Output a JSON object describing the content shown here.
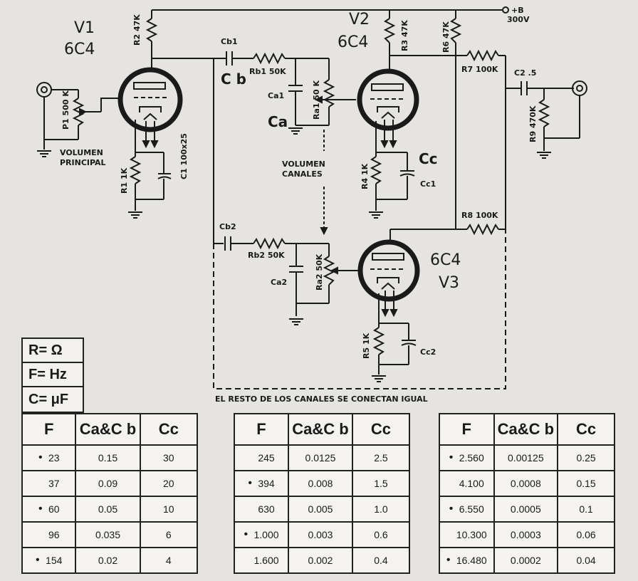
{
  "tubes": {
    "v1": {
      "name": "V1",
      "type": "6C4"
    },
    "v2": {
      "name": "V2",
      "type": "6C4"
    },
    "v3": {
      "name": "V3",
      "type": "6C4"
    }
  },
  "supply": {
    "label": "+B",
    "voltage": "300V"
  },
  "components": {
    "r2": "R2 47K",
    "r3": "R3 47K",
    "r6": "R6 47K",
    "r7": "R7 100K",
    "r8": "R8 100K",
    "r1": "R1 1K",
    "r4": "R4 1K",
    "r5": "R5 1K",
    "r9": "R9 470K",
    "rb1": "Rb1 50K",
    "rb2": "Rb2 50K",
    "ra1": "Ra1 50 K",
    "ra2": "Ra2 50K",
    "p1": "P1 500 K",
    "c1": "C1 100x25",
    "c2": "C2 .5",
    "cb1": "Cb1",
    "cb2": "Cb2",
    "ca1": "Ca1",
    "ca2": "Ca2",
    "cc1": "Cc1",
    "cc2": "Cc2",
    "cb_big": "C b",
    "ca_big": "Ca",
    "cc_big": "Cc"
  },
  "notes": {
    "volumen_principal_1": "VOLUMEN",
    "volumen_principal_2": "PRINCIPAL",
    "volumen_canales_1": "VOLUMEN",
    "volumen_canales_2": "CANALES",
    "resto": "EL RESTO DE LOS CANALES SE CONECTAN IGUAL"
  },
  "units": [
    "R= Ω",
    "F= Hz",
    "C= μF"
  ],
  "tables": [
    {
      "headers": [
        "F",
        "Ca&C b",
        "Cc"
      ],
      "rows": [
        {
          "bullet": true,
          "f": "23",
          "cab": "0.15",
          "cc": "30"
        },
        {
          "bullet": false,
          "f": "37",
          "cab": "0.09",
          "cc": "20"
        },
        {
          "bullet": true,
          "f": "60",
          "cab": "0.05",
          "cc": "10"
        },
        {
          "bullet": false,
          "f": "96",
          "cab": "0.035",
          "cc": "6"
        },
        {
          "bullet": true,
          "f": "154",
          "cab": "0.02",
          "cc": "4"
        }
      ]
    },
    {
      "headers": [
        "F",
        "Ca&C b",
        "Cc"
      ],
      "rows": [
        {
          "bullet": false,
          "f": "245",
          "cab": "0.0125",
          "cc": "2.5"
        },
        {
          "bullet": true,
          "f": "394",
          "cab": "0.008",
          "cc": "1.5"
        },
        {
          "bullet": false,
          "f": "630",
          "cab": "0.005",
          "cc": "1.0"
        },
        {
          "bullet": true,
          "f": "1.000",
          "cab": "0.003",
          "cc": "0.6"
        },
        {
          "bullet": false,
          "f": "1.600",
          "cab": "0.002",
          "cc": "0.4"
        }
      ]
    },
    {
      "headers": [
        "F",
        "Ca&C b",
        "Cc"
      ],
      "rows": [
        {
          "bullet": true,
          "f": "2.560",
          "cab": "0.00125",
          "cc": "0.25"
        },
        {
          "bullet": false,
          "f": "4.100",
          "cab": "0.0008",
          "cc": "0.15"
        },
        {
          "bullet": true,
          "f": "6.550",
          "cab": "0.0005",
          "cc": "0.1"
        },
        {
          "bullet": false,
          "f": "10.300",
          "cab": "0.0003",
          "cc": "0.06"
        },
        {
          "bullet": true,
          "f": "16.480",
          "cab": "0.0002",
          "cc": "0.04"
        }
      ]
    }
  ]
}
